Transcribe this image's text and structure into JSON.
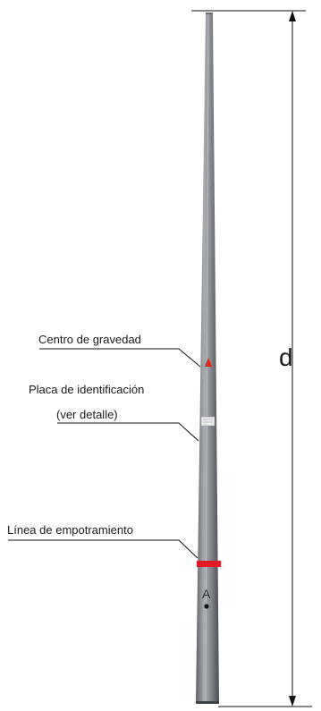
{
  "labels": {
    "centro_gravedad": "Centro de gravedad",
    "placa_line1": "Placa de identificación",
    "placa_line2": "(ver detalle)",
    "linea_empotramiento": "Línea de empotramiento",
    "dimension": "d",
    "point_a": "A"
  },
  "colors": {
    "pole_light": "#b8bcc0",
    "pole_mid": "#8a8e92",
    "pole_dark": "#55595d",
    "embedding_band": "#e01b24",
    "cg_marker": "#e0251a",
    "line": "#111111"
  }
}
